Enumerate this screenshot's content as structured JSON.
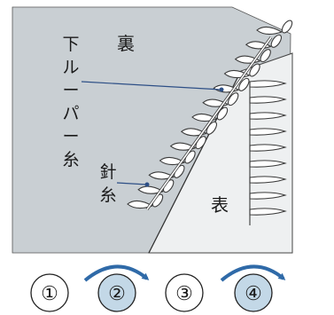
{
  "labels": {
    "back": "裏",
    "front": "表",
    "lower_looper_thread": [
      "下",
      "ル",
      "ー",
      "パ",
      "ー",
      "糸"
    ],
    "needle_thread": [
      "針",
      "糸"
    ]
  },
  "step_indicators": [
    {
      "symbol": "①",
      "highlighted": false,
      "arrow": false
    },
    {
      "symbol": "②",
      "highlighted": true,
      "arrow": true
    },
    {
      "symbol": "③",
      "highlighted": false,
      "arrow": false
    },
    {
      "symbol": "④",
      "highlighted": true,
      "arrow": true
    }
  ],
  "colors": {
    "back_fabric": "#c9cfd3",
    "front_fabric": "#eef0f1",
    "highlight_circle": "#c3d8e7",
    "arrow": "#2f6aa8",
    "leader_line": "#2d4f86",
    "thread_outline": "#3a3a3a",
    "thread_fill": "#ffffff"
  }
}
